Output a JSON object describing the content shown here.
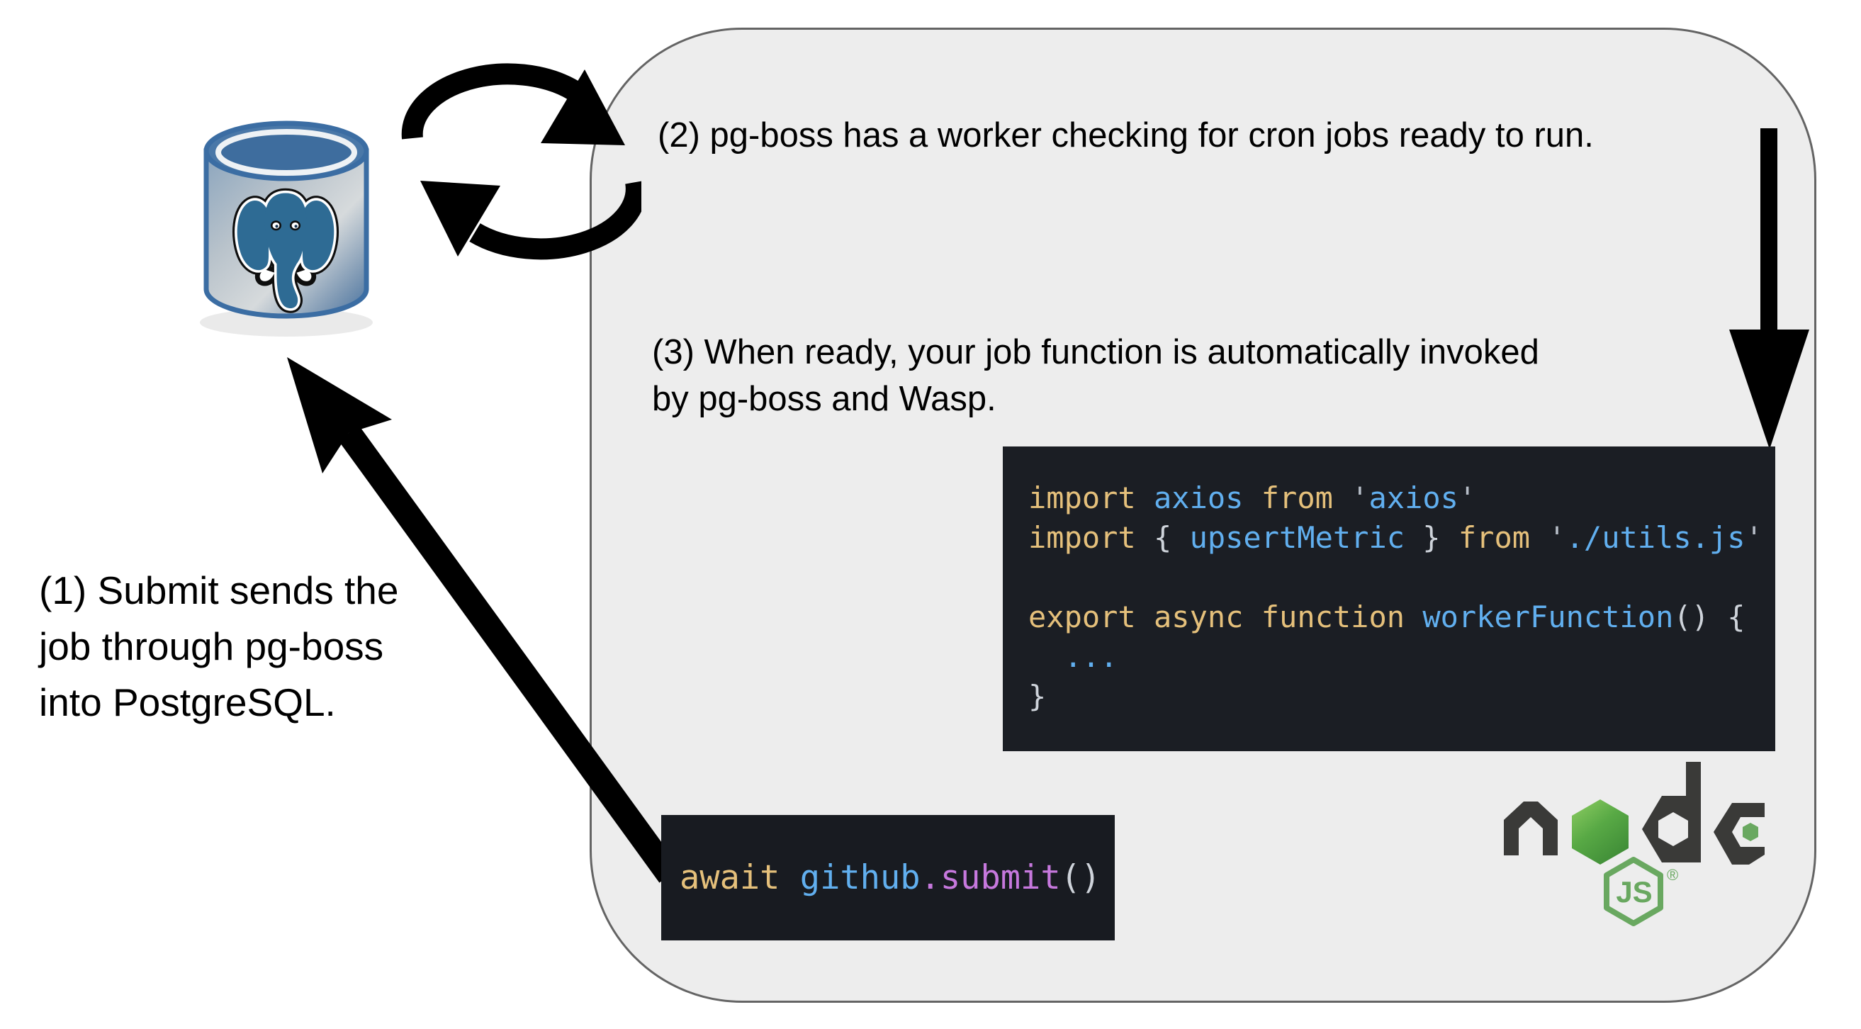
{
  "diagram": {
    "steps": {
      "step1": {
        "lines": [
          "(1) Submit sends the",
          "job through pg-boss",
          "into PostgreSQL."
        ]
      },
      "step2": {
        "text": "(2) pg-boss has a worker checking for cron jobs ready to run."
      },
      "step3": {
        "lines": [
          "(3) When ready, your job function is automatically invoked",
          "by pg-boss and Wasp."
        ]
      }
    },
    "code_blocks": {
      "worker": {
        "lines": [
          [
            [
              "y",
              "import"
            ],
            [
              "w",
              " "
            ],
            [
              "b",
              "axios"
            ],
            [
              "w",
              " "
            ],
            [
              "y",
              "from"
            ],
            [
              "w",
              " "
            ],
            [
              "q",
              "'"
            ],
            [
              "b",
              "axios"
            ],
            [
              "q",
              "'"
            ]
          ],
          [
            [
              "y",
              "import"
            ],
            [
              "w",
              " { "
            ],
            [
              "b",
              "upsertMetric"
            ],
            [
              "w",
              " } "
            ],
            [
              "y",
              "from"
            ],
            [
              "w",
              " "
            ],
            [
              "q",
              "'"
            ],
            [
              "b",
              "./utils.js"
            ],
            [
              "q",
              "'"
            ]
          ],
          [],
          [
            [
              "y",
              "export"
            ],
            [
              "w",
              " "
            ],
            [
              "y",
              "async"
            ],
            [
              "w",
              " "
            ],
            [
              "y",
              "function"
            ],
            [
              "w",
              " "
            ],
            [
              "b",
              "workerFunction"
            ],
            [
              "w",
              "() {"
            ]
          ],
          [
            [
              "b",
              "  ..."
            ]
          ],
          [
            [
              "w",
              "}"
            ]
          ]
        ]
      },
      "submit": {
        "lines": [
          [
            [
              "y",
              "await"
            ],
            [
              "w",
              " "
            ],
            [
              "b",
              "github"
            ],
            [
              "p",
              "."
            ],
            [
              "p",
              "submit"
            ],
            [
              "w",
              "()"
            ]
          ]
        ]
      }
    },
    "logos": {
      "postgresql": {
        "name": "PostgreSQL database"
      },
      "nodejs": {
        "wordmark": "node",
        "badge_label": "JS",
        "registered_mark": "®"
      }
    },
    "colors": {
      "box_background": "#ededed",
      "box_border": "#646464",
      "code_background": "#1b1e24",
      "code_yellow": "#e5c07b",
      "code_blue": "#61afef",
      "code_purple": "#c678dd",
      "code_light": "#ced3da",
      "postgres_blue": "#2e6b94",
      "node_green": "#69a860",
      "node_dark": "#3a3a38",
      "arrow_black": "#000000"
    }
  }
}
